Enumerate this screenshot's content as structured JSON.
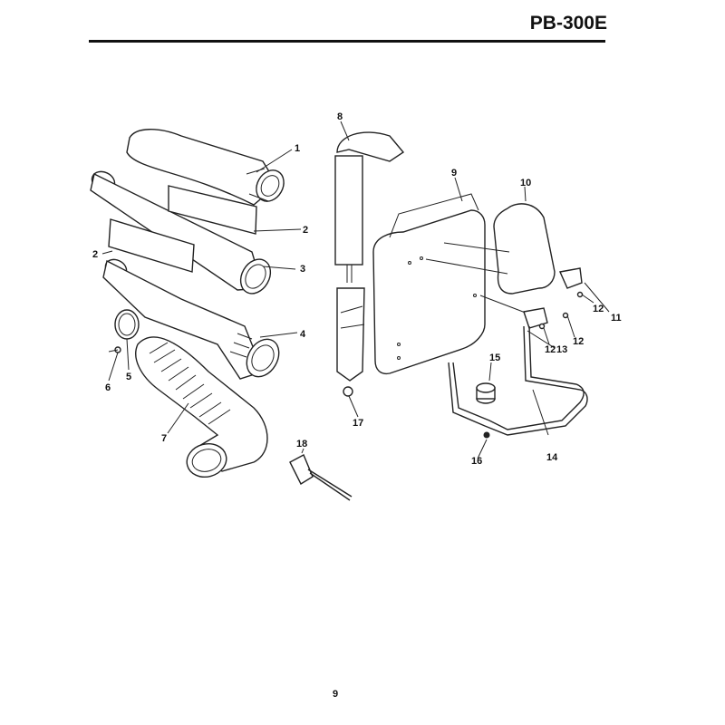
{
  "header": {
    "model": "PB-300E"
  },
  "footer": {
    "page_number": "9"
  },
  "callouts": [
    "1",
    "2",
    "2",
    "3",
    "4",
    "5",
    "6",
    "7",
    "8",
    "9",
    "10",
    "11",
    "12",
    "12",
    "12",
    "13",
    "14",
    "15",
    "16",
    "17",
    "18"
  ]
}
